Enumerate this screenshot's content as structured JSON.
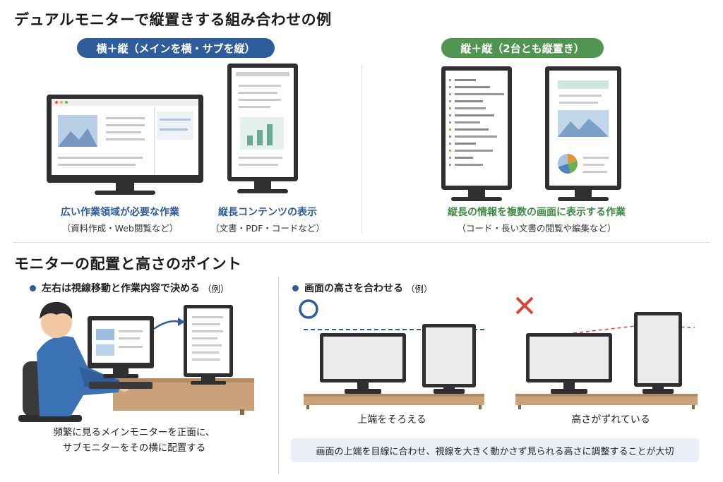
{
  "section1": {
    "title": "デュアルモニターで縦置きする組み合わせの例",
    "left": {
      "pill": "横＋縦（メインを横・サブを縦）",
      "caption_wide_main": "広い作業領域が必要な作業",
      "caption_wide_sub": "（資料作成・Web閲覧など）",
      "caption_tall_main": "縦長コンテンツの表示",
      "caption_tall_sub": "（文書・PDF・コードなど）"
    },
    "right": {
      "pill": "縦＋縦（2台とも縦置き）",
      "caption_main": "縦長の情報を複数の画面に表示する作業",
      "caption_sub": "（コード・長い文書の閲覧や編集など）"
    }
  },
  "section2": {
    "title": "モニターの配置と高さのポイント",
    "left": {
      "heading": "左右は視線移動と作業内容で決める",
      "heading_note": "（例）",
      "caption_line1": "頻繁に見るメインモニターを正面に、",
      "caption_line2": "サブモニターをその横に配置する"
    },
    "right": {
      "heading": "画面の高さを合わせる",
      "heading_note": "（例）",
      "good_symbol": "◯",
      "bad_symbol": "✕",
      "good_label": "上端をそろえる",
      "bad_label": "高さがずれている",
      "note": "画面の上端を目線に合わせ、視線を大きく動かさず見られる高さに調整することが大切"
    }
  },
  "colors": {
    "blue_accent": "#2f5c9b",
    "green_accent": "#4f9450",
    "good_circle": "#2f5c9b",
    "bad_cross": "#d9443a",
    "desk": "#c9a27a"
  }
}
